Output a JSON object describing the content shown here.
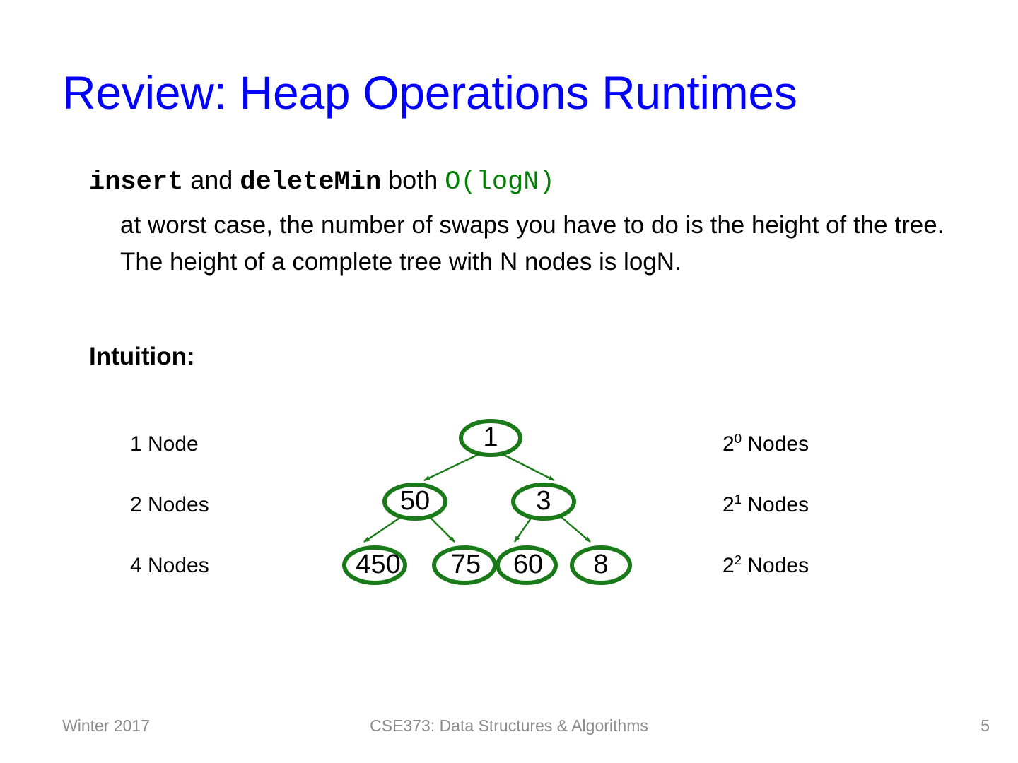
{
  "slide": {
    "title": "Review: Heap Operations Runtimes",
    "title_color": "#0000ff",
    "background": "#ffffff"
  },
  "body": {
    "ops_line": {
      "op1": "insert",
      "conj": " and ",
      "op2": "deleteMin",
      "both": " both ",
      "complexity": "O(logN)",
      "complexity_color": "#008000"
    },
    "paragraph": "at worst case, the number of swaps you have to do is the height of the tree.  The height of a complete tree with N nodes is logN.",
    "intuition_heading": "Intuition:"
  },
  "diagram": {
    "accent_color": "#1a7a1a",
    "left_labels": [
      "1 Node",
      "2 Nodes",
      "4 Nodes"
    ],
    "right_labels": [
      {
        "base": "2",
        "exp": "0",
        "suffix": " Nodes"
      },
      {
        "base": "2",
        "exp": "1",
        "suffix": " Nodes"
      },
      {
        "base": "2",
        "exp": "2",
        "suffix": " Nodes"
      }
    ],
    "tree": {
      "root": "1",
      "level2": [
        "50",
        "3"
      ],
      "level3": [
        "450",
        "75",
        "60",
        "8"
      ]
    }
  },
  "footer": {
    "left": "Winter 2017",
    "center": "CSE373: Data Structures & Algorithms",
    "page": "5"
  }
}
